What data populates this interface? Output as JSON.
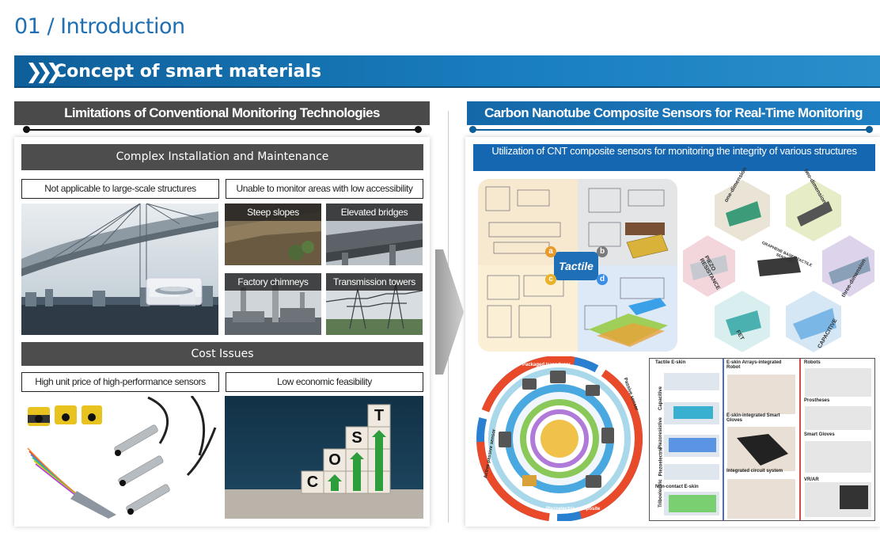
{
  "page": {
    "title": "01 / Introduction",
    "section_title": "Concept of smart materials"
  },
  "left": {
    "header": "Limitations of Conventional Monitoring Technologies",
    "install": {
      "title": "Complex Installation and Maintenance",
      "tags": [
        "Not applicable to large-scale structures",
        "Unable to monitor areas with low accessibility"
      ],
      "photos": [
        "Steep slopes",
        "Elevated bridges",
        "Factory chimneys",
        "Transmission towers"
      ]
    },
    "cost": {
      "title": "Cost Issues",
      "tags": [
        "High unit price of high-performance sensors",
        "Low economic feasibility"
      ],
      "blocks": [
        "C",
        "O",
        "S",
        "T"
      ]
    }
  },
  "right": {
    "header": "Carbon Nanotube Composite Sensors for Real-Time Monitoring",
    "subtitle": "Utilization of CNT composite sensors for monitoring the integrity of various structures",
    "tactile": {
      "label": "Tactile",
      "quadrants": [
        "a",
        "b",
        "c",
        "d"
      ]
    },
    "hex": {
      "cells": [
        "one-dimension",
        "two-dimension",
        "three-dimension",
        "CAPACITIVE",
        "FET",
        "PIEZO RESISTANCE"
      ],
      "center": "GRAPHENE BASED TACTILE SENSORS"
    },
    "ring": {
      "outer": [
        "Packaged transducer",
        "Passive sensor",
        "Active passive sensor",
        "Piezoelectric composite"
      ]
    },
    "eskin": {
      "col1": [
        "Tactile E-skin",
        "Capacitive",
        "Piezoresistive",
        "Piezoelectric",
        "Triboelectric",
        "Non-contact E-skin"
      ],
      "col2": [
        "E-skin Arrays-integrated Robot",
        "E-skin-integrated Smart Gloves",
        "Integrated circuit system"
      ],
      "col3": [
        "Robots",
        "Prostheses",
        "Smart Gloves",
        "VR/AR"
      ]
    }
  },
  "colors": {
    "title_blue": "#1e6fb3",
    "banner_blue": "#1a7fc0",
    "dark_gray": "#4a4a4a"
  }
}
